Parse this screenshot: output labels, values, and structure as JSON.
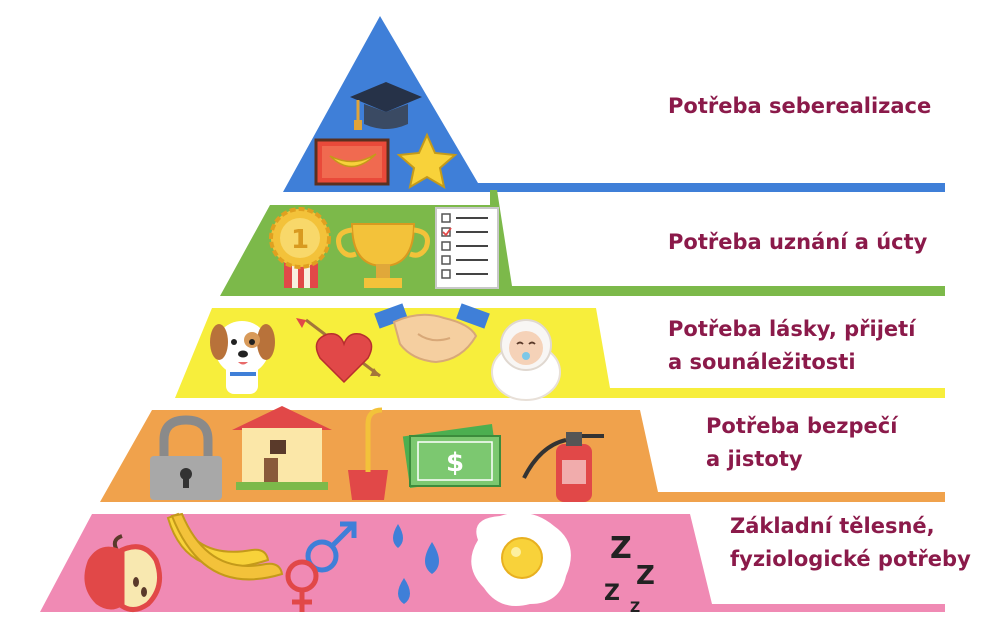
{
  "tiers": [
    {
      "line1": "Potřeba seberealizace",
      "line2": "",
      "color": "#3f7fd8"
    },
    {
      "line1": "Potřeba uznání a úcty",
      "line2": "",
      "color": "#7cb94a"
    },
    {
      "line1": "Potřeba lásky, přijetí",
      "line2": "a sounáležitosti",
      "color": "#f7ee3c"
    },
    {
      "line1": "Potřeba bezpečí",
      "line2": "a jistoty",
      "color": "#f0a24c"
    },
    {
      "line1": "Základní tělesné,",
      "line2": "fyziologické potřeby",
      "color": "#f08ab4"
    }
  ],
  "icons": {
    "tier1": [
      "graduation-cap-icon",
      "banana-picture-icon",
      "star-icon"
    ],
    "tier2": [
      "medal-icon",
      "trophy-icon",
      "checklist-icon"
    ],
    "tier3": [
      "dog-icon",
      "heart-arrow-icon",
      "handshake-icon",
      "baby-icon"
    ],
    "tier4": [
      "padlock-icon",
      "house-icon",
      "umbrella-icon",
      "money-icon",
      "fire-extinguisher-icon"
    ],
    "tier5": [
      "apple-icon",
      "bananas-icon",
      "gender-symbols-icon",
      "water-drops-icon",
      "fried-egg-icon",
      "sleep-zzz-icon"
    ]
  }
}
